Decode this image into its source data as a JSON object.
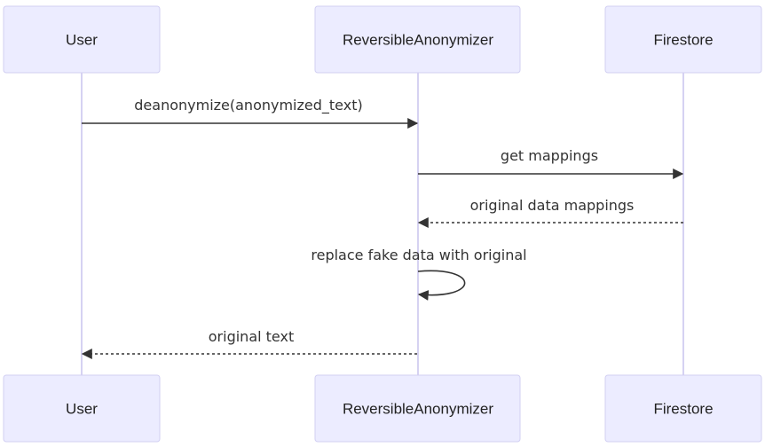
{
  "participants": [
    {
      "id": "user",
      "label": "User"
    },
    {
      "id": "anonymizer",
      "label": "ReversibleAnonymizer"
    },
    {
      "id": "firestore",
      "label": "Firestore"
    }
  ],
  "messages": [
    {
      "from": "user",
      "to": "anonymizer",
      "label": "deanonymize(anonymized_text)",
      "style": "solid"
    },
    {
      "from": "anonymizer",
      "to": "firestore",
      "label": "get mappings",
      "style": "solid"
    },
    {
      "from": "firestore",
      "to": "anonymizer",
      "label": "original data mappings",
      "style": "dashed"
    },
    {
      "from": "anonymizer",
      "to": "anonymizer",
      "label": "replace fake data with original",
      "style": "solid"
    },
    {
      "from": "anonymizer",
      "to": "user",
      "label": "original text",
      "style": "dashed"
    }
  ]
}
